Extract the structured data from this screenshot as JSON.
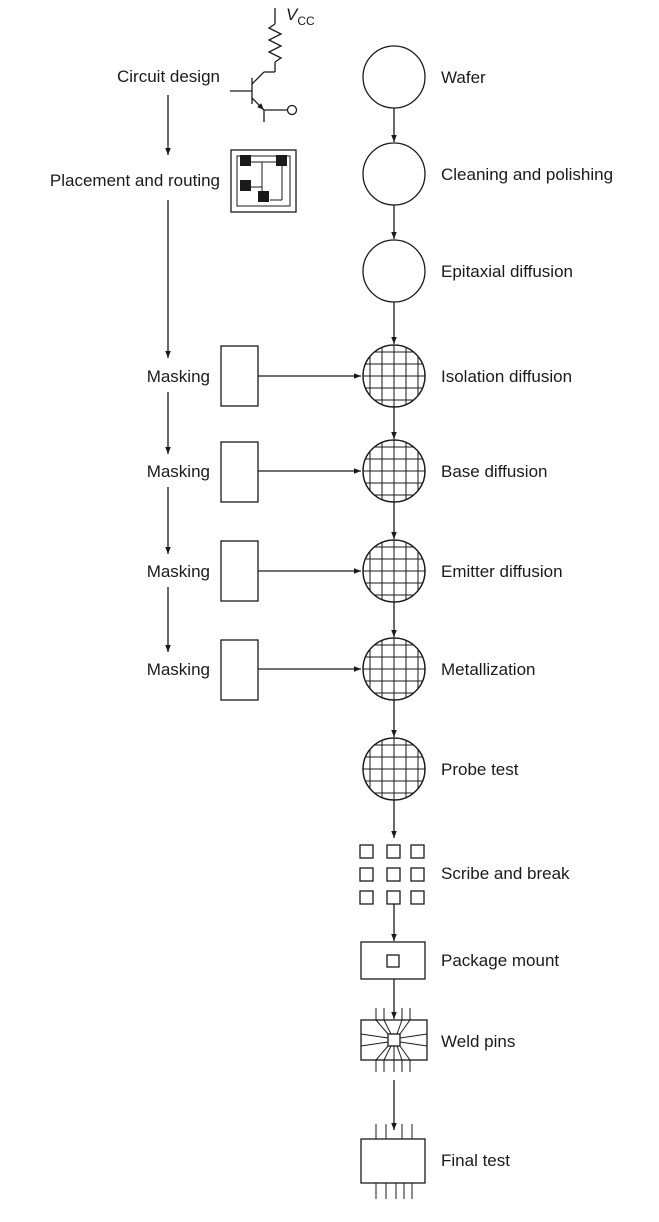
{
  "design_flow": {
    "circuit_design": "Circuit design",
    "vcc": {
      "main": "V",
      "sub": "CC"
    },
    "placement_routing": "Placement and routing",
    "masking": [
      "Masking",
      "Masking",
      "Masking",
      "Masking"
    ]
  },
  "process_steps": [
    "Wafer",
    "Cleaning and polishing",
    "Epitaxial diffusion",
    "Isolation diffusion",
    "Base diffusion",
    "Emitter diffusion",
    "Metallization",
    "Probe test",
    "Scribe and break",
    "Package mount",
    "Weld pins",
    "Final test"
  ],
  "colors": {
    "ink": "#1a1a1a",
    "background": "#ffffff"
  }
}
